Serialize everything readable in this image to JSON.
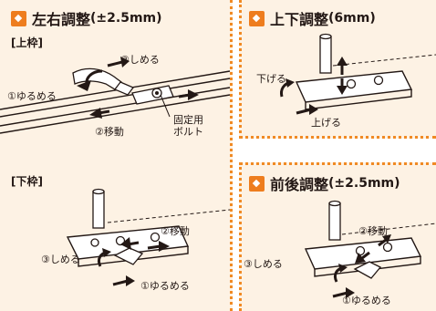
{
  "sections": {
    "left_right": {
      "title": "左右調整",
      "range": "(±2.5mm)",
      "upper": {
        "frame_label": "[上枠]",
        "step3": "③しめる",
        "step1": "①ゆるめる",
        "step2": "②移動",
        "bolt_line1": "固定用",
        "bolt_line2": "ボルト"
      },
      "lower": {
        "frame_label": "[下枠]",
        "step2": "②移動",
        "step3": "③しめる",
        "step1": "①ゆるめる"
      }
    },
    "up_down": {
      "title": "上下調整",
      "range": "(6mm)",
      "lower_label": "下げる",
      "raise_label": "上げる"
    },
    "front_back": {
      "title": "前後調整",
      "range": "(±2.5mm)",
      "step2": "②移動",
      "step3": "③しめる",
      "step1": "①ゆるめる"
    }
  },
  "colors": {
    "panel_bg": "#fdf2e4",
    "accent": "#ee7d1e",
    "text": "#231815"
  }
}
